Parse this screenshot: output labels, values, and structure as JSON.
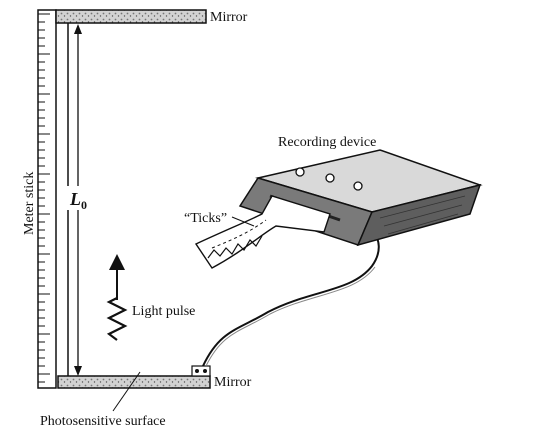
{
  "labels": {
    "mirror_top": "Mirror",
    "mirror_bottom": "Mirror",
    "meter_stick": "Meter stick",
    "length_symbol": "L",
    "length_subscript": "0",
    "light_pulse": "Light pulse",
    "photosensitive_surface": "Photosensitive surface",
    "recording_device": "Recording device",
    "ticks": "“Ticks”"
  },
  "colors": {
    "ink": "#111111",
    "mirror_fill": "#c9c9c9",
    "device_dark": "#6a6a6a",
    "device_light": "#b5b5b5"
  }
}
